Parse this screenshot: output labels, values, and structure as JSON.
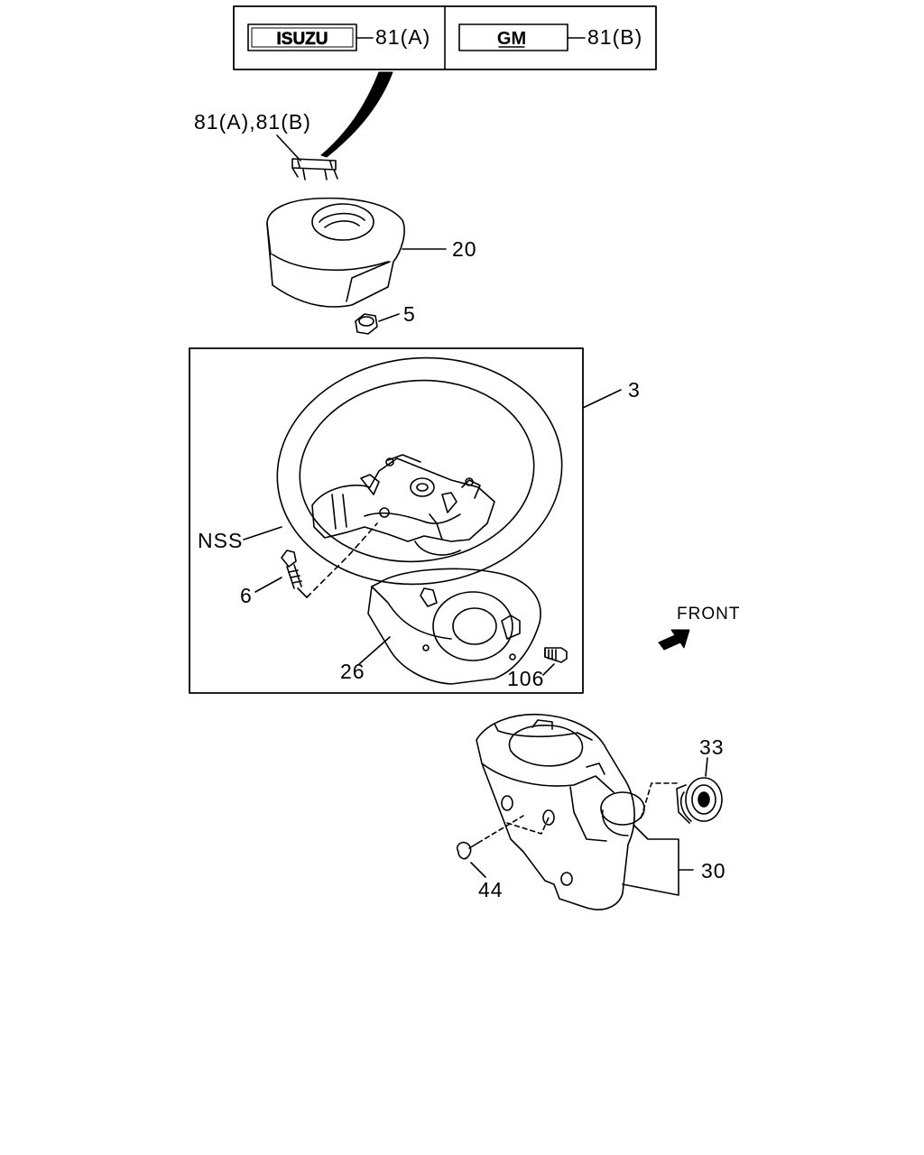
{
  "legend": {
    "isuzu_logo_text": "ISUZU",
    "isuzu_callout": "81(A)",
    "gm_logo_text": "GM",
    "gm_callout": "81(B)"
  },
  "callouts": {
    "emblem": "81(A),81(B)",
    "cover": "20",
    "nut": "5",
    "wheel_assembly": "3",
    "nss": "NSS",
    "bolt": "6",
    "cover_lower": "26",
    "screw": "106",
    "front": "FRONT",
    "bearing": "33",
    "column_cover": "30",
    "clip": "44"
  }
}
